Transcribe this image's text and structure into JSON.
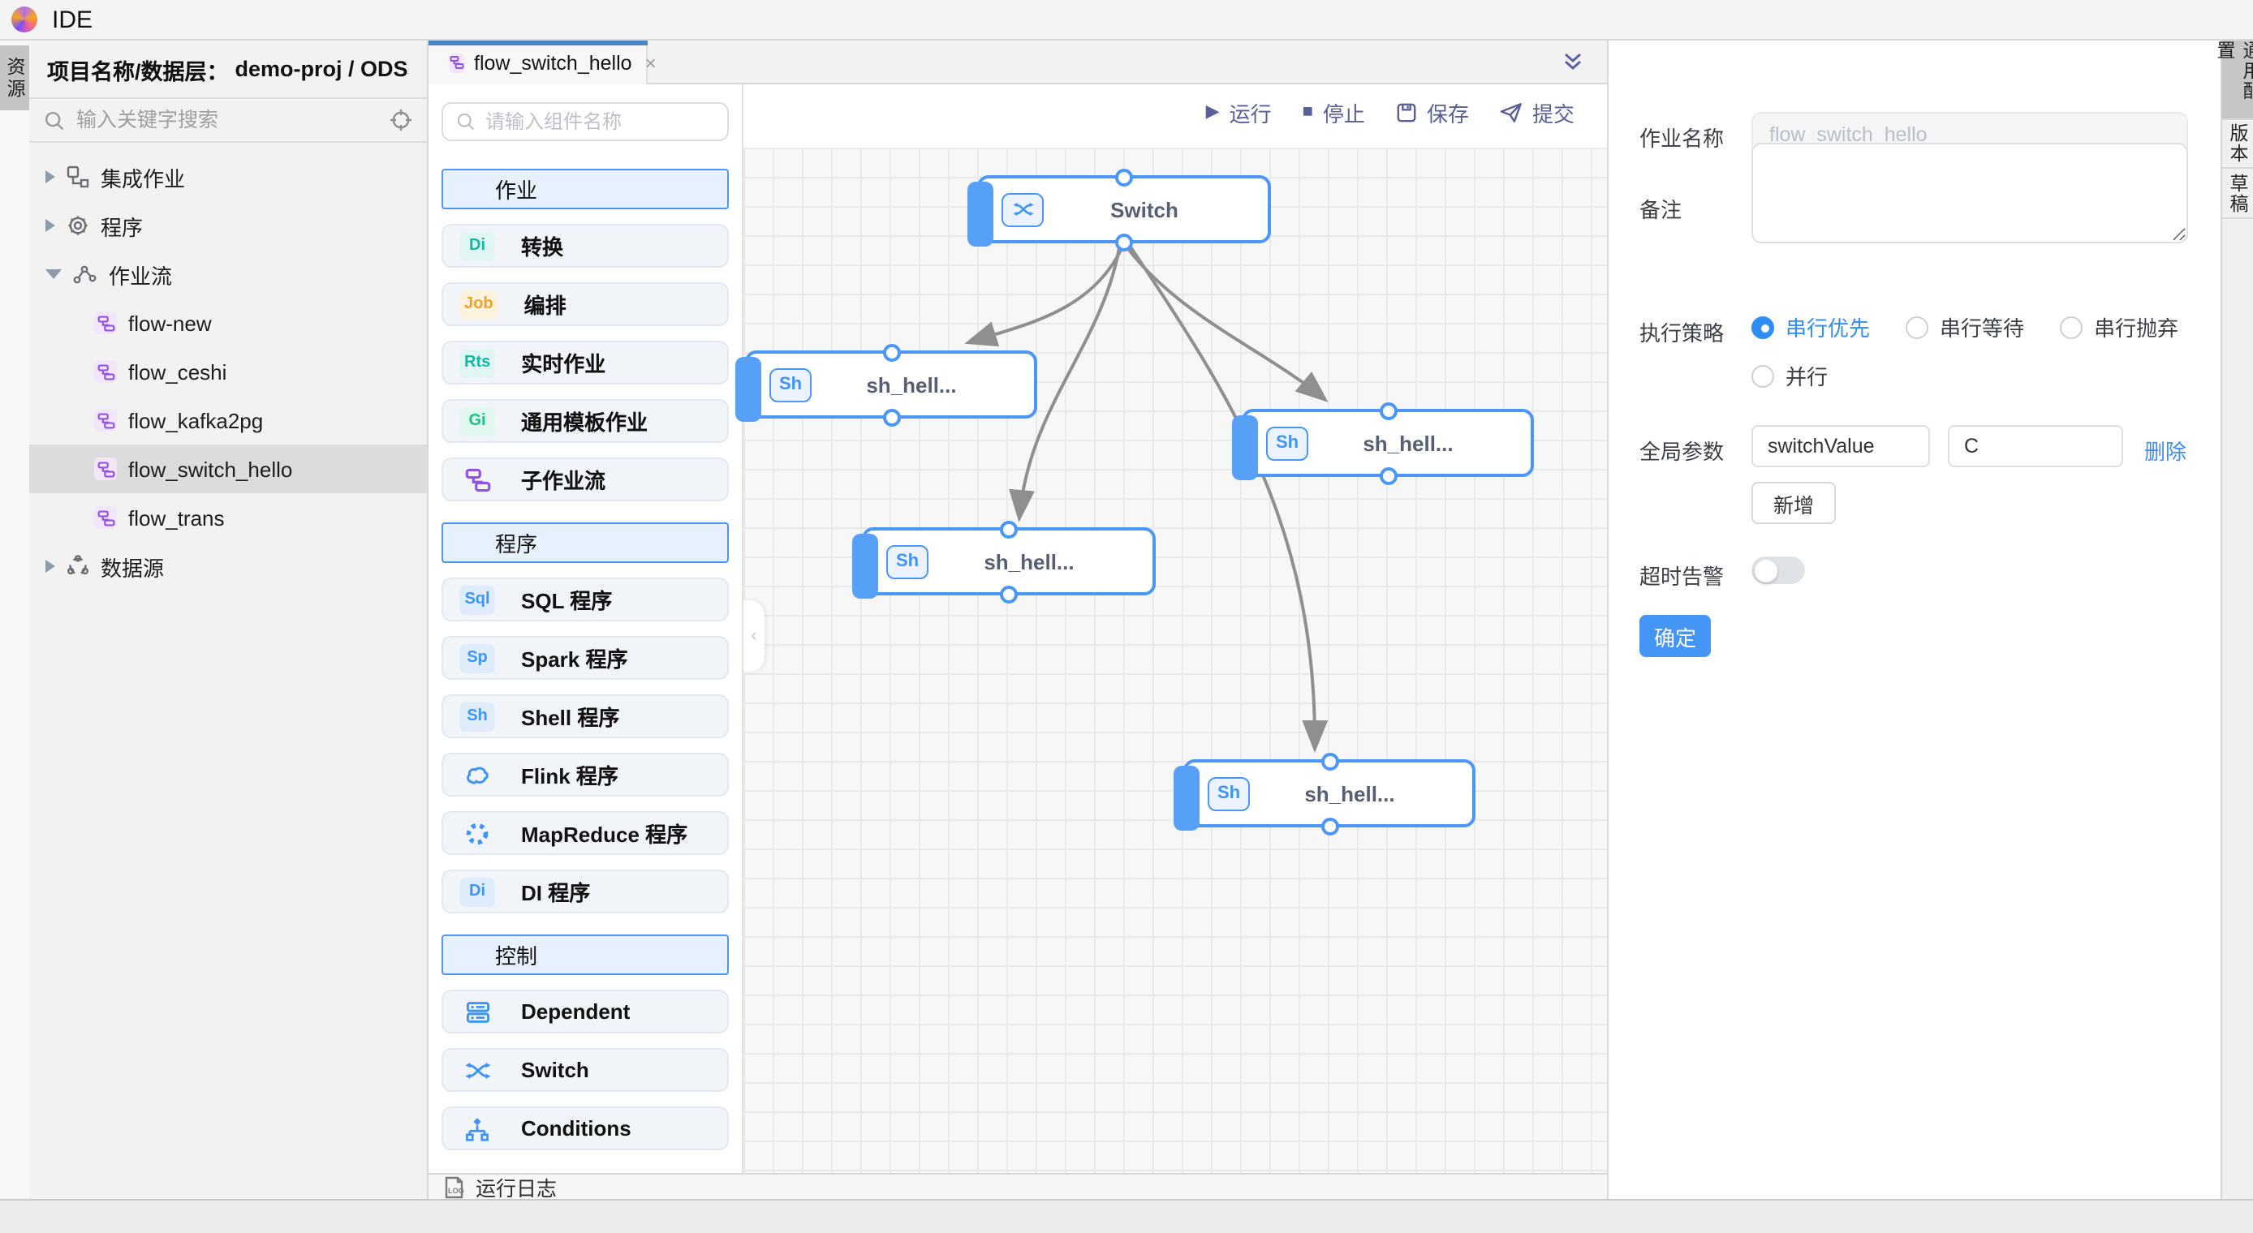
{
  "app": {
    "title": "IDE"
  },
  "left_rail": {
    "active_tab": "资源"
  },
  "sidebar": {
    "header_label": "项目名称/数据层：",
    "header_value": "demo-proj / ODS",
    "search_placeholder": "输入关键字搜索",
    "tree": {
      "groups": [
        {
          "label": "集成作业"
        },
        {
          "label": "程序"
        },
        {
          "label": "作业流",
          "children": [
            {
              "label": "flow-new"
            },
            {
              "label": "flow_ceshi"
            },
            {
              "label": "flow_kafka2pg"
            },
            {
              "label": "flow_switch_hello",
              "selected": true
            },
            {
              "label": "flow_trans"
            }
          ]
        },
        {
          "label": "数据源"
        }
      ]
    }
  },
  "editor": {
    "tab": {
      "label": "flow_switch_hello",
      "close": "×"
    },
    "toolbar": [
      {
        "label": "运行"
      },
      {
        "label": "停止"
      },
      {
        "label": "保存"
      },
      {
        "label": "提交"
      }
    ],
    "palette": {
      "search_placeholder": "请输入组件名称",
      "sections": [
        {
          "title": "作业",
          "items": [
            {
              "badge": "Di",
              "label": "转换"
            },
            {
              "badge": "Job",
              "label": "编排"
            },
            {
              "badge": "Rts",
              "label": "实时作业"
            },
            {
              "badge": "Gi",
              "label": "通用模板作业"
            },
            {
              "badge": "",
              "label": "子作业流"
            }
          ]
        },
        {
          "title": "程序",
          "items": [
            {
              "badge": "Sql",
              "label": "SQL 程序"
            },
            {
              "badge": "Sp",
              "label": "Spark 程序"
            },
            {
              "badge": "Sh",
              "label": "Shell 程序"
            },
            {
              "badge": "",
              "label": "Flink 程序"
            },
            {
              "badge": "",
              "label": "MapReduce 程序"
            },
            {
              "badge": "Di",
              "label": "DI 程序"
            }
          ]
        },
        {
          "title": "控制",
          "items": [
            {
              "badge": "",
              "label": "Dependent"
            },
            {
              "badge": "",
              "label": "Switch"
            },
            {
              "badge": "",
              "label": "Conditions"
            }
          ]
        }
      ]
    },
    "bottom_bar": {
      "label": "运行日志"
    }
  },
  "canvas": {
    "nodes": [
      {
        "id": "switch",
        "label": "Switch",
        "badge": ""
      },
      {
        "id": "sh1",
        "label": "sh_hell...",
        "badge": "Sh"
      },
      {
        "id": "sh2",
        "label": "sh_hell...",
        "badge": "Sh"
      },
      {
        "id": "sh3",
        "label": "sh_hell...",
        "badge": "Sh"
      },
      {
        "id": "sh4",
        "label": "sh_hell...",
        "badge": "Sh"
      }
    ],
    "edges": [
      {
        "from": "switch",
        "to": "sh1"
      },
      {
        "from": "switch",
        "to": "sh2"
      },
      {
        "from": "switch",
        "to": "sh3"
      },
      {
        "from": "switch",
        "to": "sh4"
      }
    ]
  },
  "inspector": {
    "job_name": {
      "label": "作业名称",
      "value": "flow_switch_hello"
    },
    "remark": {
      "label": "备注",
      "value": ""
    },
    "strategy": {
      "label": "执行策略",
      "options": [
        {
          "label": "串行优先",
          "selected": true
        },
        {
          "label": "串行等待",
          "selected": false
        },
        {
          "label": "串行抛弃",
          "selected": false
        },
        {
          "label": "并行",
          "selected": false
        }
      ]
    },
    "global_params": {
      "label": "全局参数",
      "key": "switchValue",
      "value": "C",
      "delete_label": "删除",
      "add_label": "新增"
    },
    "timeout": {
      "label": "超时告警",
      "enabled": false
    },
    "confirm_label": "确定"
  },
  "right_rail": {
    "tabs": [
      {
        "label": "通用配置",
        "active": true
      },
      {
        "label": "版本",
        "active": false
      },
      {
        "label": "草稿",
        "active": false
      }
    ]
  },
  "colors": {
    "accent_blue": "#4b97f8",
    "tab_indicator": "#4a85c5",
    "toolbar_purple": "#5a5f96",
    "edge_gray": "#8f8f8f"
  }
}
